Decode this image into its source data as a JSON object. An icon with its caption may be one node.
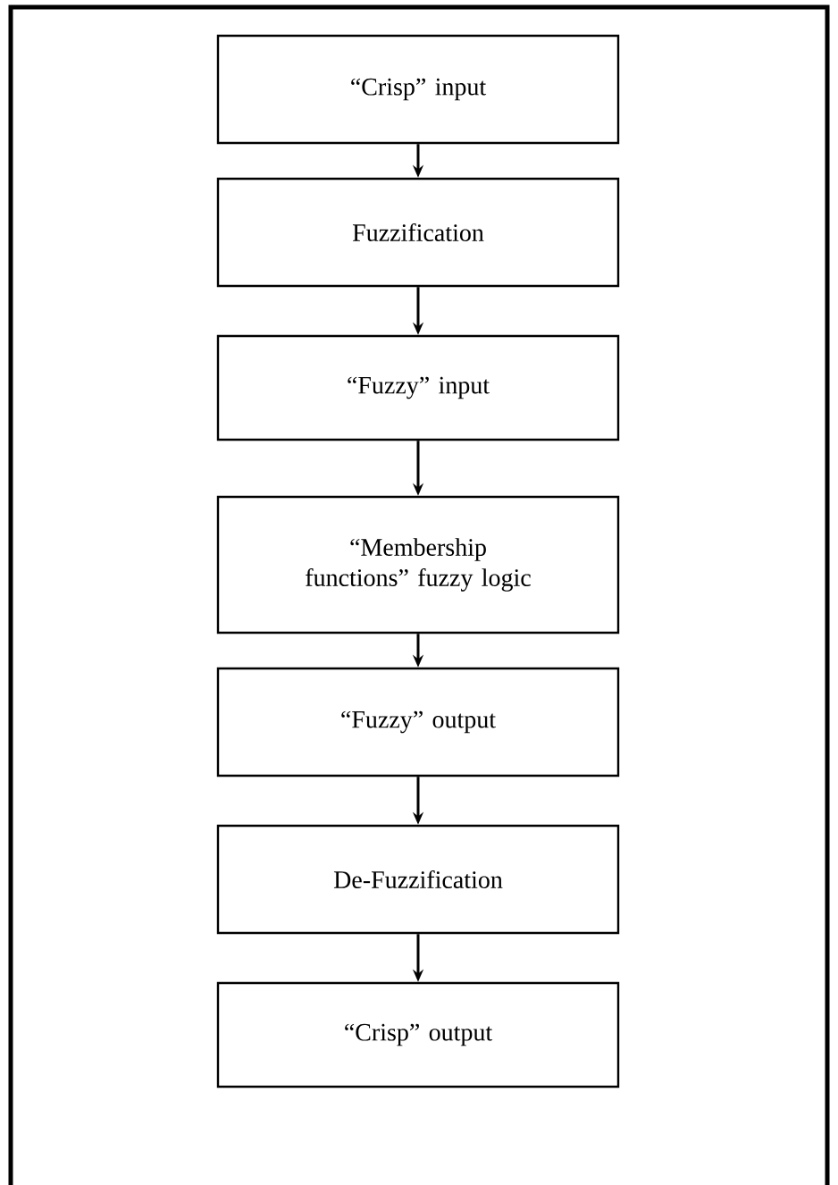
{
  "diagram": {
    "nodes": [
      {
        "text": [
          "“Crisp” input"
        ]
      },
      {
        "text": [
          "Fuzzification"
        ]
      },
      {
        "text": [
          "“Fuzzy” input"
        ]
      },
      {
        "text": [
          "“Membership functions” fuzzy logic"
        ]
      },
      {
        "text": [
          "“Fuzzy” output"
        ]
      },
      {
        "text": [
          "De-Fuzzification"
        ]
      },
      {
        "text": [
          "“Crisp” output"
        ]
      }
    ],
    "edges": [
      {
        "from": 0,
        "to": 1,
        "arrow": "to"
      },
      {
        "from": 1,
        "to": 2,
        "arrow": "to"
      },
      {
        "from": 2,
        "to": 3,
        "arrow": "to"
      },
      {
        "from": 3,
        "to": 4,
        "arrow": "to"
      },
      {
        "from": 4,
        "to": 5,
        "arrow": "to"
      },
      {
        "from": 5,
        "to": 6,
        "arrow": "to"
      }
    ]
  }
}
